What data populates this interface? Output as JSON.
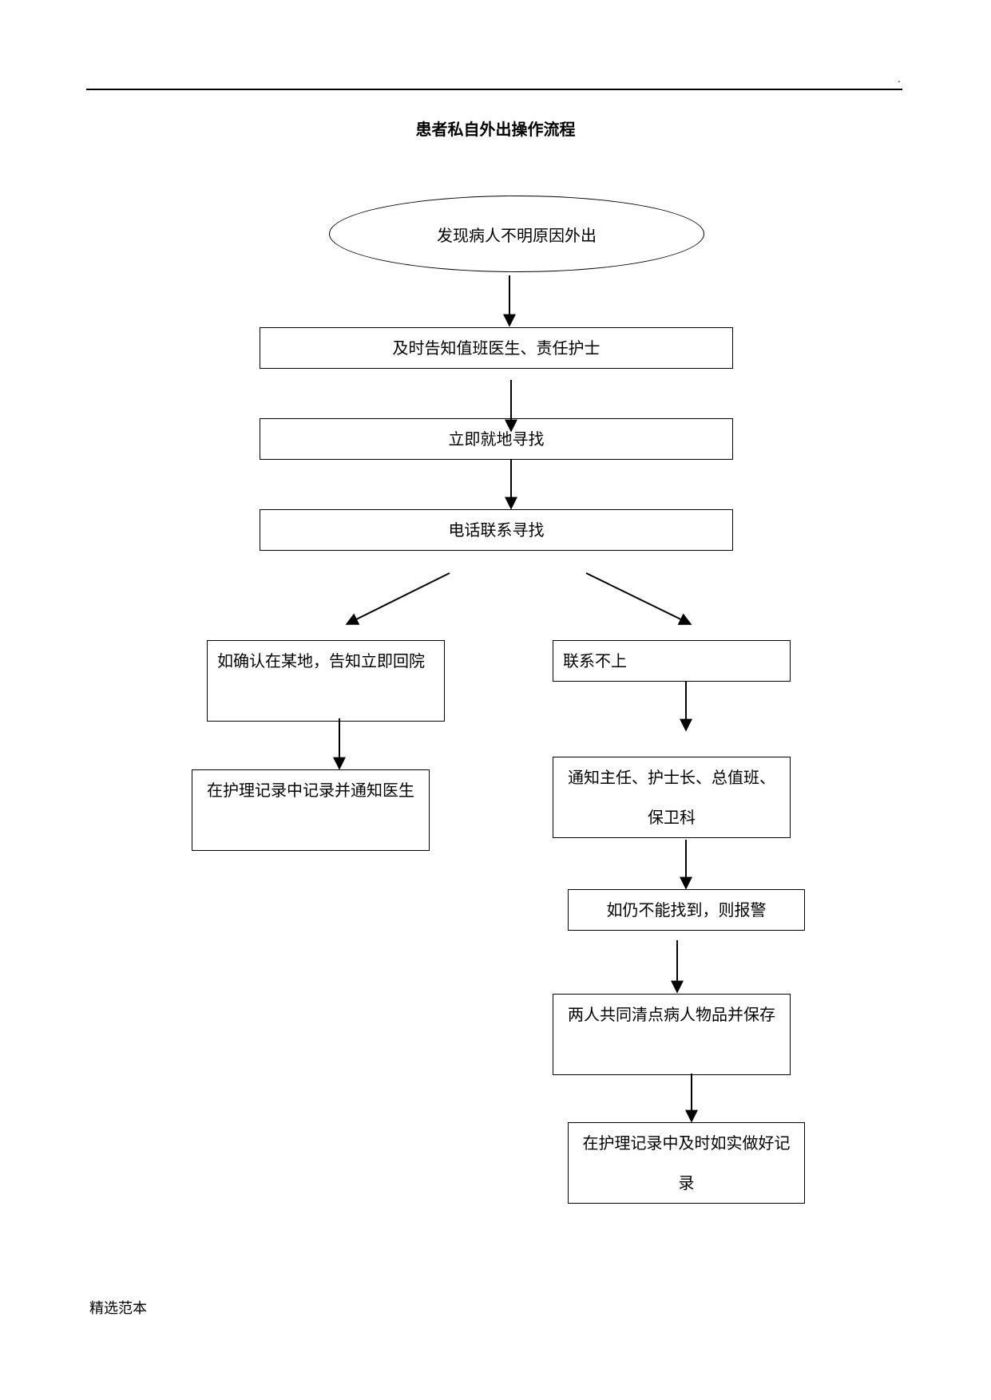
{
  "header": {
    "dot": "."
  },
  "title": "患者私自外出操作流程",
  "nodes": {
    "start": "发现病人不明原因外出",
    "notify_doctor_nurse": "及时告知值班医生、责任护士",
    "search_nearby": "立即就地寻找",
    "phone_search": "电话联系寻找",
    "confirmed_location": "如确认在某地，告知立即回院",
    "record_notify_doctor": "在护理记录中记录并通知医生",
    "unreachable": "联系不上",
    "notify_leaders": "通知主任、护士长、总值班、保卫科",
    "call_police": "如仍不能找到，则报警",
    "inventory_belongings": "两人共同清点病人物品并保存",
    "record_timely": "在护理记录中及时如实做好记录"
  },
  "footer": "精选范本"
}
